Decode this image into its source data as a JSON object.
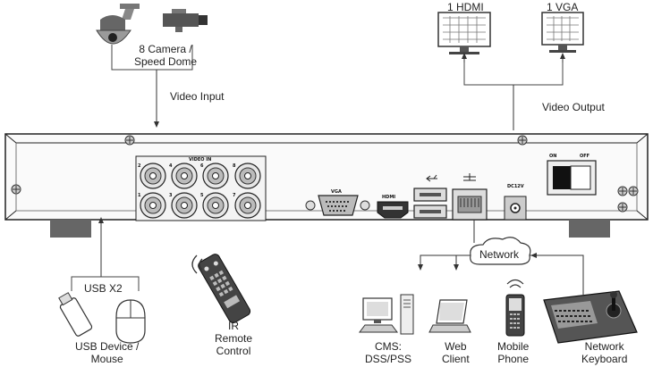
{
  "inputs": {
    "camera_label_line1": "8 Camera /",
    "camera_label_line2": "Speed Dome",
    "video_input": "Video Input"
  },
  "outputs": {
    "hdmi_monitor": "1 HDMI",
    "vga_monitor": "1 VGA",
    "video_output": "Video Output"
  },
  "panel": {
    "video_in": "VIDEO IN",
    "bnc_top": [
      "2",
      "4",
      "6",
      "8"
    ],
    "bnc_bottom": [
      "1",
      "3",
      "5",
      "7"
    ],
    "vga": "VGA",
    "hdmi": "HDMI",
    "dc": "DC12V",
    "switch_on": "ON",
    "switch_off": "OFF"
  },
  "usb": {
    "label": "USB X2",
    "device_line1": "USB Device /",
    "device_line2": "Mouse"
  },
  "remote": {
    "line1": "IR",
    "line2": "Remote",
    "line3": "Control"
  },
  "network": {
    "cloud": "Network",
    "cms_line1": "CMS:",
    "cms_line2": "DSS/PSS",
    "web_line1": "Web",
    "web_line2": "Client",
    "mobile_line1": "Mobile",
    "mobile_line2": "Phone",
    "keyboard_line1": "Network",
    "keyboard_line2": "Keyboard"
  }
}
